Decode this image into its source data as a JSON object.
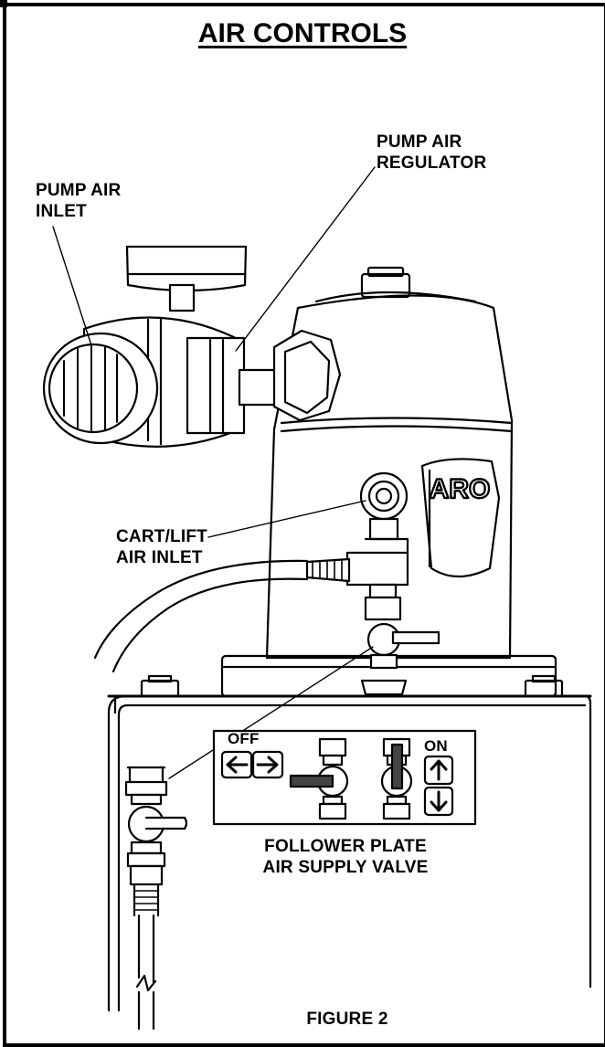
{
  "title": "AIR CONTROLS",
  "labels": {
    "pump_air_inlet": [
      "PUMP AIR",
      "INLET"
    ],
    "pump_air_regulator": [
      "PUMP AIR",
      "REGULATOR"
    ],
    "cart_lift_air_inlet": [
      "CART/LIFT",
      "AIR INLET"
    ],
    "brand": "ARO",
    "off": "OFF",
    "on": "ON",
    "follower_plate": [
      "FOLLOWER PLATE",
      "AIR SUPPLY VALVE"
    ],
    "figure": "FIGURE 2"
  },
  "icons": [
    "arrow-left-icon",
    "arrow-right-icon",
    "arrow-up-icon",
    "arrow-down-icon"
  ],
  "colors": {
    "ink": "#000000",
    "paper": "#ffffff"
  }
}
